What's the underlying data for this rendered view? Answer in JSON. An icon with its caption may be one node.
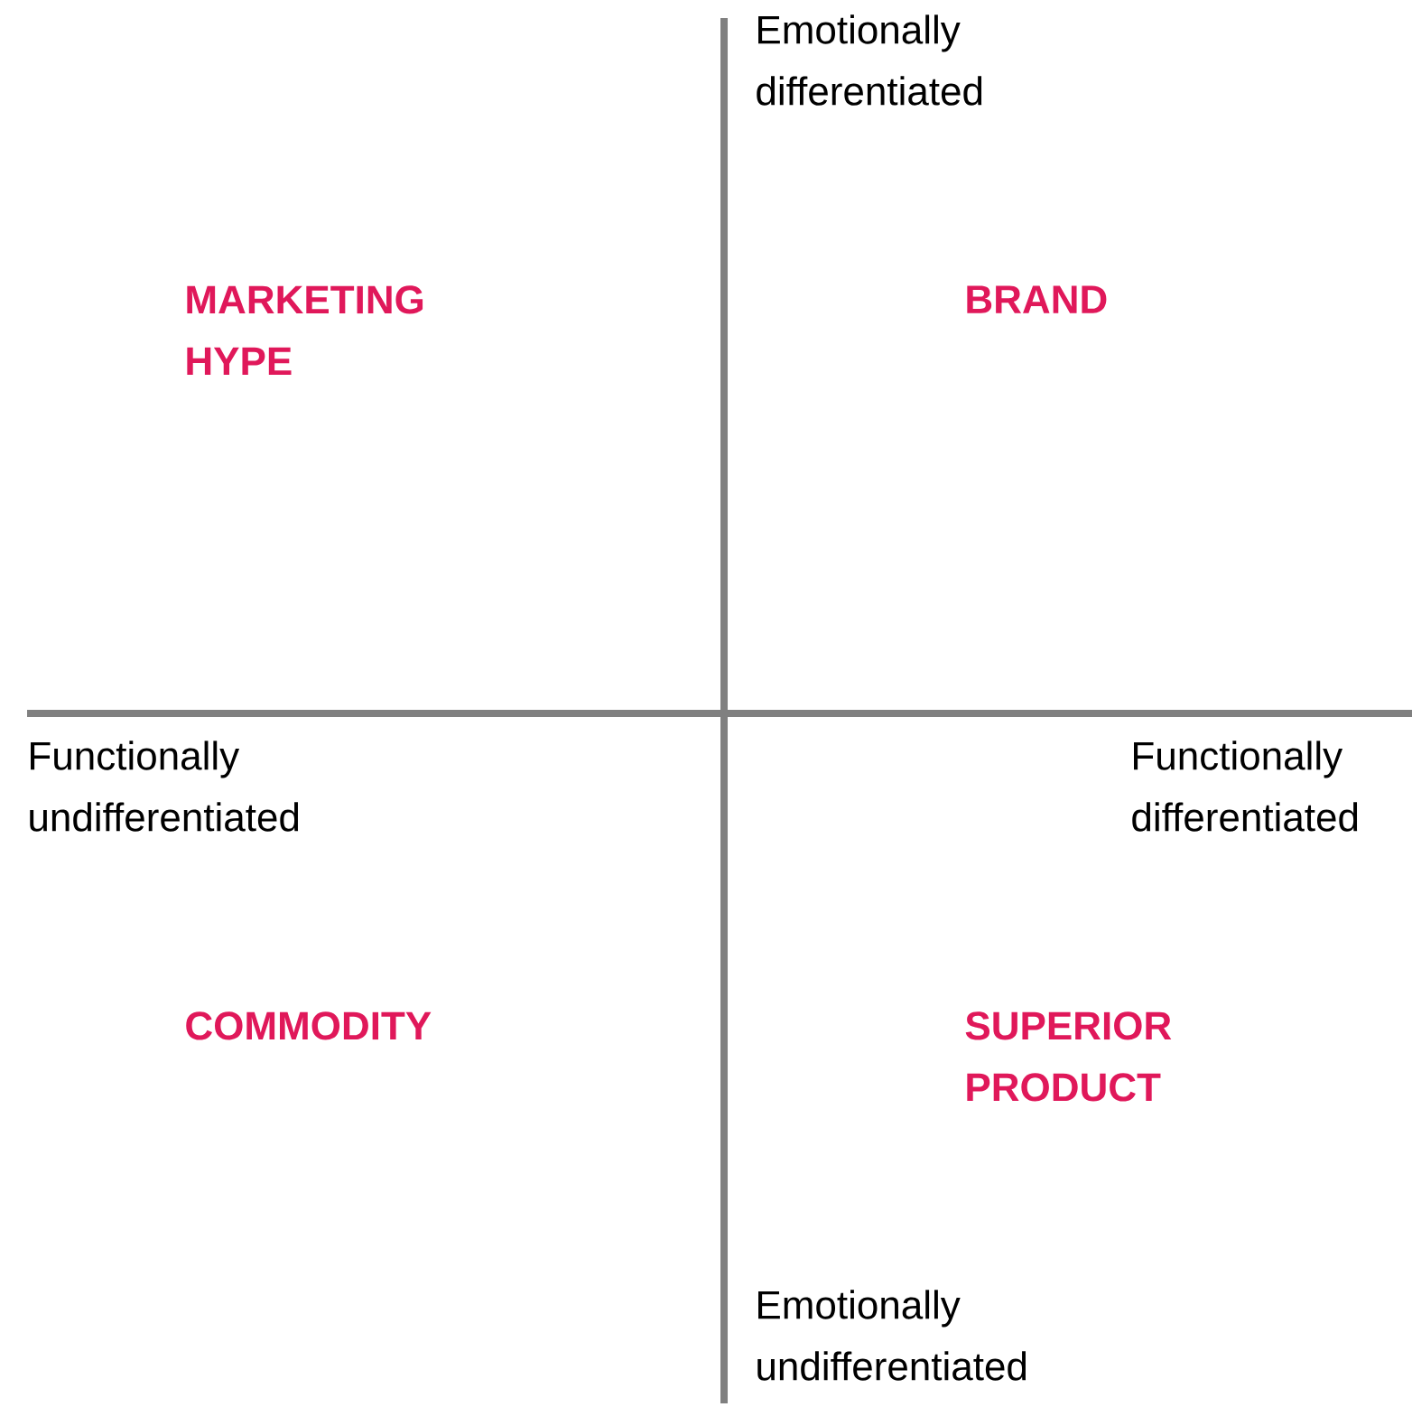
{
  "diagram": {
    "labels": [
      "Emotionally differentiated",
      "MARKETING HYPE",
      "BRAND",
      "Functionally undifferentiated",
      "Functionally differentiated",
      "COMMODITY",
      "SUPERIOR PRODUCT",
      "Emotionally undifferentiated"
    ]
  }
}
